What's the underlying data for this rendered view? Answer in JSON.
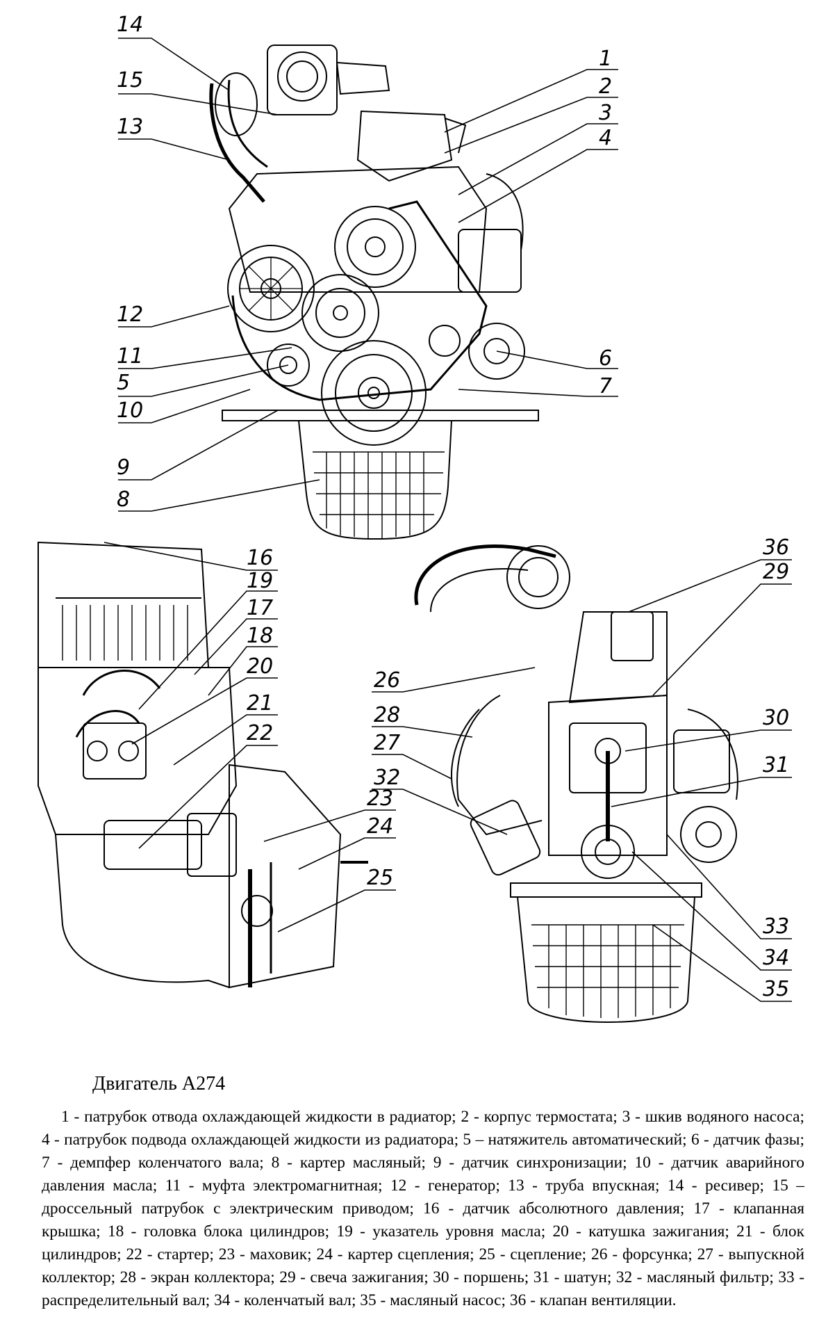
{
  "title": "Двигатель А274",
  "description": "1 - патрубок отвода охлаждающей жидкости в радиатор; 2 - корпус термостата; 3 - шкив водяного насоса; 4 - патрубок подвода охлаждающей жидкости из радиатора; 5 – натяжитель автоматический; 6 - датчик фазы; 7 - демпфер коленчатого вала; 8 - картер масляный; 9 - датчик синхронизации; 10 - датчик аварийного давления масла; 11 - муфта электромагнитная; 12 - генератор; 13 - труба впускная; 14 - ресивер; 15 – дроссельный патрубок с электрическим приводом; 16 - датчик абсолютного давления; 17 - клапанная крышка; 18 - головка блока цилиндров; 19 - указатель уровня масла; 20 - катушка зажигания; 21 - блок цилиндров; 22 - стартер; 23 - маховик; 24 - картер сцепления; 25 - сцепление; 26 - форсунка; 27 - выпускной коллектор; 28 - экран коллектора; 29 - свеча зажигания; 30 - поршень; 31 - шатун; 32 - масляный фильтр; 33 - распределительный вал; 34 - коленчатый вал; 35 - масляный насос; 36 - клапан вентиляции.",
  "labels": [
    "1",
    "2",
    "3",
    "4",
    "5",
    "6",
    "7",
    "8",
    "9",
    "10",
    "11",
    "12",
    "13",
    "14",
    "15",
    "16",
    "17",
    "18",
    "19",
    "20",
    "21",
    "22",
    "23",
    "24",
    "25",
    "26",
    "27",
    "28",
    "29",
    "30",
    "31",
    "32",
    "33",
    "34",
    "35",
    "36"
  ],
  "colors": {
    "ink": "#000000",
    "paper": "#ffffff"
  }
}
